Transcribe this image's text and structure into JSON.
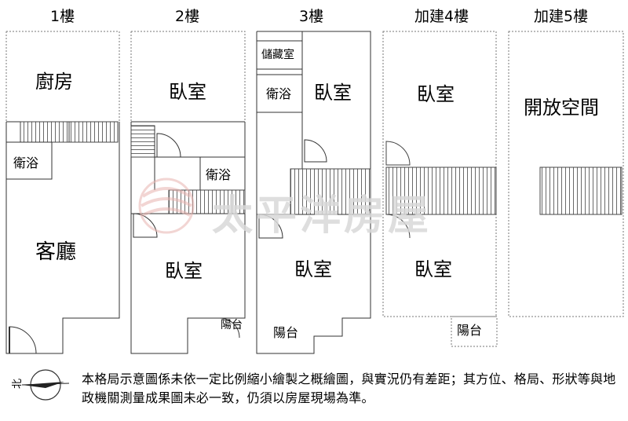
{
  "floors": [
    {
      "title": "1樓",
      "rooms": [
        "廚房",
        "衛浴",
        "客廳"
      ]
    },
    {
      "title": "2樓",
      "rooms": [
        "臥室",
        "衛浴",
        "臥室",
        "陽台"
      ]
    },
    {
      "title": "3樓",
      "rooms": [
        "儲藏室",
        "衛浴",
        "臥室",
        "臥室",
        "陽台"
      ]
    },
    {
      "title": "加建4樓",
      "rooms": [
        "臥室",
        "臥室",
        "陽台"
      ]
    },
    {
      "title": "加建5樓",
      "rooms": [
        "開放空間"
      ]
    }
  ],
  "watermark": "太平洋房屋",
  "compass_label": "北",
  "disclaimer": "本格局示意圖係未依一定比例縮小繪製之概繪圖，與實況仍有差距；其方位、格局、形狀等與地政機關測量成果圖未必一致，仍須以房屋現場為準。",
  "colors": {
    "line": "#333333",
    "dotted": "#777777",
    "watermark_red": "#e8b4b0"
  }
}
